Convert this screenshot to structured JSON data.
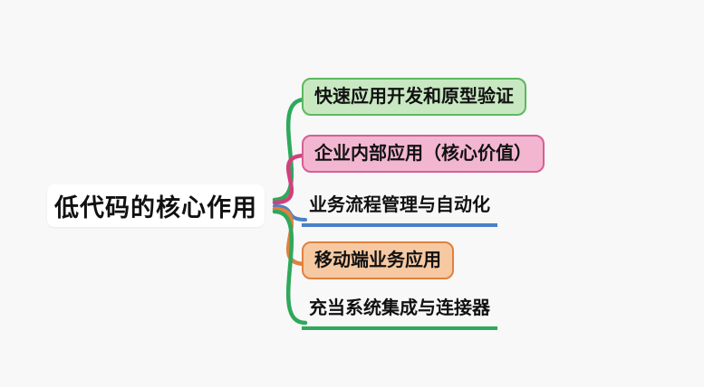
{
  "mindmap": {
    "central": {
      "label": "低代码的核心作用"
    },
    "branches": [
      {
        "label": "快速应用开发和原型验证",
        "style": "box",
        "line_color": "#2fa85c",
        "fill": "#c8e8c2"
      },
      {
        "label": "企业内部应用（核心价值）",
        "style": "box",
        "line_color": "#d23f7e",
        "fill": "#f3b6d0"
      },
      {
        "label": "业务流程管理与自动化",
        "style": "underline",
        "line_color": "#4a80c9",
        "fill": ""
      },
      {
        "label": "移动端业务应用",
        "style": "box",
        "line_color": "#e0813d",
        "fill": "#f6c9a2"
      },
      {
        "label": "充当系统集成与连接器",
        "style": "underline",
        "line_color": "#2fa85c",
        "fill": ""
      }
    ],
    "colors": {
      "background": "#f7f8f7",
      "text": "#111111",
      "green": "#2fa85c",
      "pink": "#d23f7e",
      "blue": "#4a80c9",
      "orange": "#e0813d"
    }
  }
}
